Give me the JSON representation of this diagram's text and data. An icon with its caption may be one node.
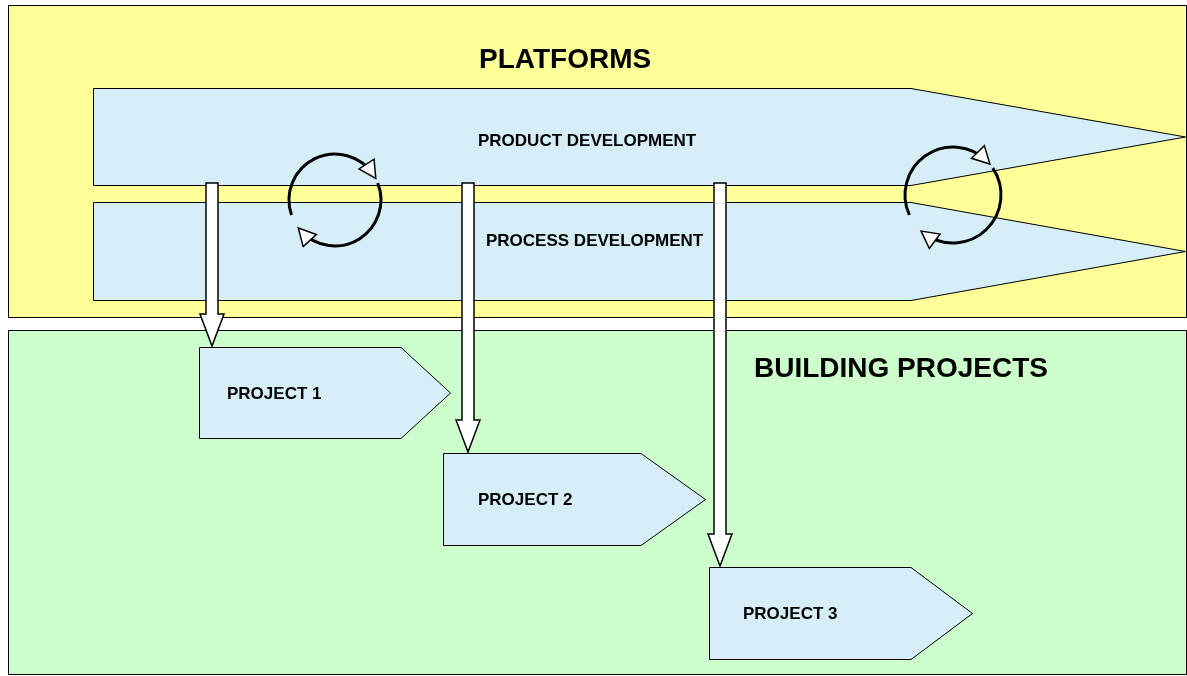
{
  "diagram": {
    "nodes": [
      {
        "text": [
          "PLATFORMS"
        ]
      },
      {
        "text": [
          "PRODUCT DEVELOPMENT"
        ],
        "in": 0
      },
      {
        "text": [
          "PROCESS DEVELOPMENT"
        ],
        "in": 0
      },
      {
        "text": [
          "BUILDING PROJECTS"
        ]
      },
      {
        "text": [
          "PROJECT 1"
        ],
        "in": 3
      },
      {
        "text": [
          "PROJECT 2"
        ],
        "in": 3
      },
      {
        "text": [
          "PROJECT 3"
        ],
        "in": 3
      }
    ],
    "edges": [
      {
        "from": 1,
        "to": 4,
        "arrow": "to"
      },
      {
        "from": 1,
        "to": 5,
        "arrow": "to"
      },
      {
        "from": 1,
        "to": 6,
        "arrow": "to"
      },
      {
        "from": 2,
        "to": 1,
        "arrow": "to"
      },
      {
        "from": 1,
        "to": 2,
        "arrow": "to"
      },
      {
        "from": 2,
        "to": 1,
        "arrow": "to"
      },
      {
        "from": 1,
        "to": 2,
        "arrow": "to"
      }
    ]
  }
}
